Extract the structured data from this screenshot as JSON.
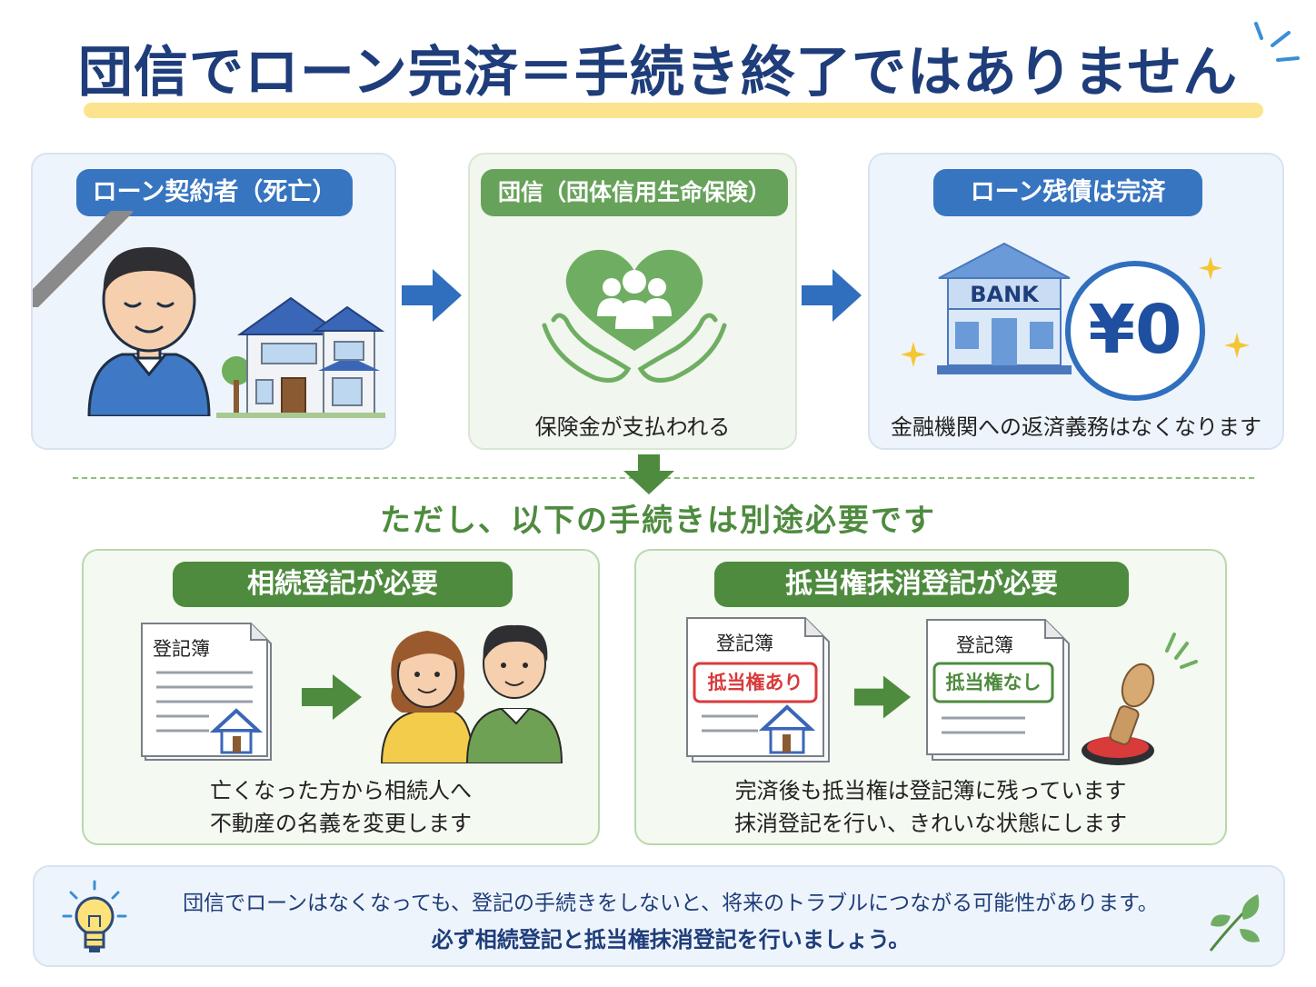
{
  "title": "団信でローン完済＝手続き終了ではありません",
  "steps": [
    {
      "label": "ローン契約者（死亡）",
      "caption": ""
    },
    {
      "label": "団信（団体信用生命保険）",
      "caption": "保険金が支払われる"
    },
    {
      "label": "ローン残債は完済",
      "caption": "金融機関への返済義務はなくなります",
      "bank_text": "BANK",
      "amount": "¥0"
    }
  ],
  "subheading": "ただし、以下の手続きは別途必要です",
  "procedures": [
    {
      "label": "相続登記が必要",
      "doc_title": "登記簿",
      "description_line1": "亡くなった方から相続人へ",
      "description_line2": "不動産の名義を変更します"
    },
    {
      "label": "抵当権抹消登記が必要",
      "doc_before_title": "登記簿",
      "doc_before_stamp": "抵当権あり",
      "doc_after_title": "登記簿",
      "doc_after_stamp": "抵当権なし",
      "description_line1": "完済後も抵当権は登記簿に残っています",
      "description_line2": "抹消登記を行い、きれいな状態にします"
    }
  ],
  "footer": {
    "line1": "団信でローンはなくなっても、登記の手続きをしないと、将来のトラブルにつながる可能性があります。",
    "line2": "必ず相続登記と抵当権抹消登記を行いましょう。"
  },
  "colors": {
    "navy": "#1e3d7a",
    "blue": "#3775c0",
    "green": "#67a25a",
    "dark_green": "#4e8b3e",
    "red": "#d93a3a",
    "yellow": "#fbe48d"
  },
  "icons": [
    "man-icon",
    "house-icon",
    "heart-hands-icon",
    "bank-icon",
    "yen-coin-icon",
    "document-icon",
    "family-icon",
    "stamp-icon",
    "lightbulb-icon",
    "leaf-icon",
    "arrow-right-icon",
    "arrow-down-icon"
  ]
}
